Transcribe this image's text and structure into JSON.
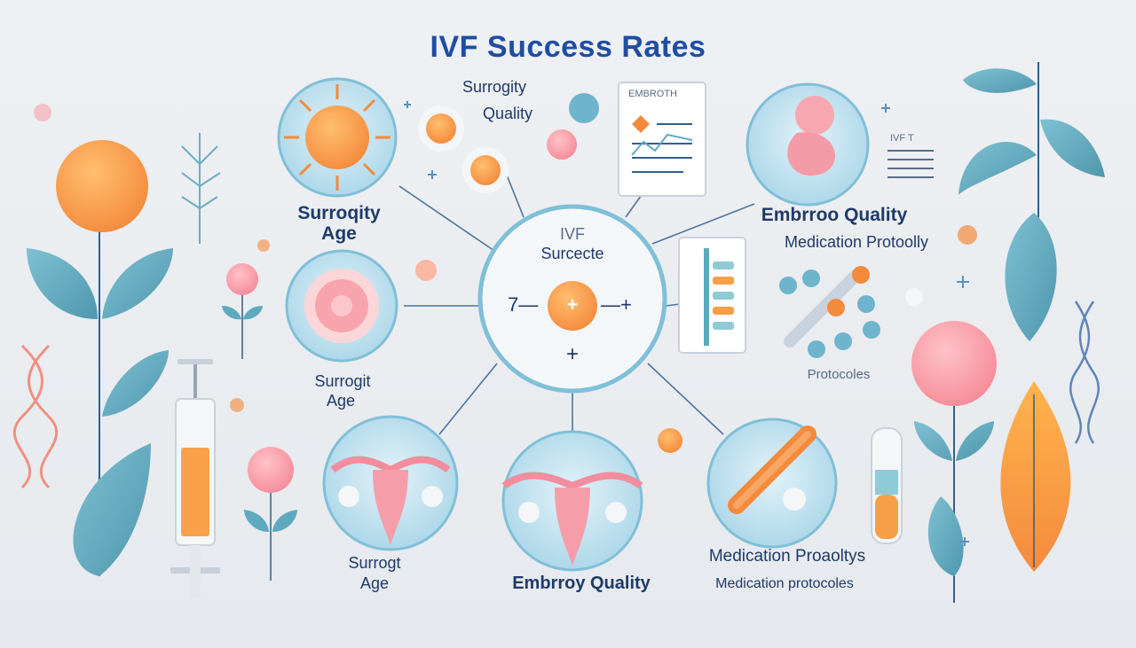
{
  "title": "IVF Success Rates",
  "center": {
    "line1": "IVF",
    "line2": "Surcecte",
    "left_glyph": "7—",
    "plus_inner": "+",
    "right_glyph": "—+",
    "plus_below": "+"
  },
  "labels": {
    "top_mid_1": "Surrogity",
    "top_mid_2": "Quality",
    "doc_header": "EMBROTH",
    "left_upper_1": "Surroqity",
    "left_upper_2": "Age",
    "left_mid_1": "Surrogit",
    "left_mid_2": "Age",
    "left_bottom_1": "Surrogt",
    "left_bottom_2": "Age",
    "bottom_center": "Embrroy Quality",
    "right_upper_1": "Embrroo Quality",
    "right_upper_2": "Medication Protoolly",
    "right_upper_tag": "IVF T",
    "protocols": "Protocoles",
    "right_bottom_1": "Medication Proaoltys",
    "right_bottom_2": "Medication protocoles"
  },
  "colors": {
    "title": "#1e4ea3",
    "circle_fill": "#bfe0ee",
    "circle_ring": "#7fbfd8",
    "leaf": "#5fa9bf",
    "orange": "#f7a047",
    "pink": "#f8a3ad"
  },
  "icons": [
    "sun-icon",
    "flower-icon",
    "uterus-icon",
    "embryo-icon",
    "chart-icon",
    "document-icon",
    "test-tube-icon",
    "syringe-icon",
    "dna-icon",
    "molecule-icon",
    "leaf-icon"
  ]
}
